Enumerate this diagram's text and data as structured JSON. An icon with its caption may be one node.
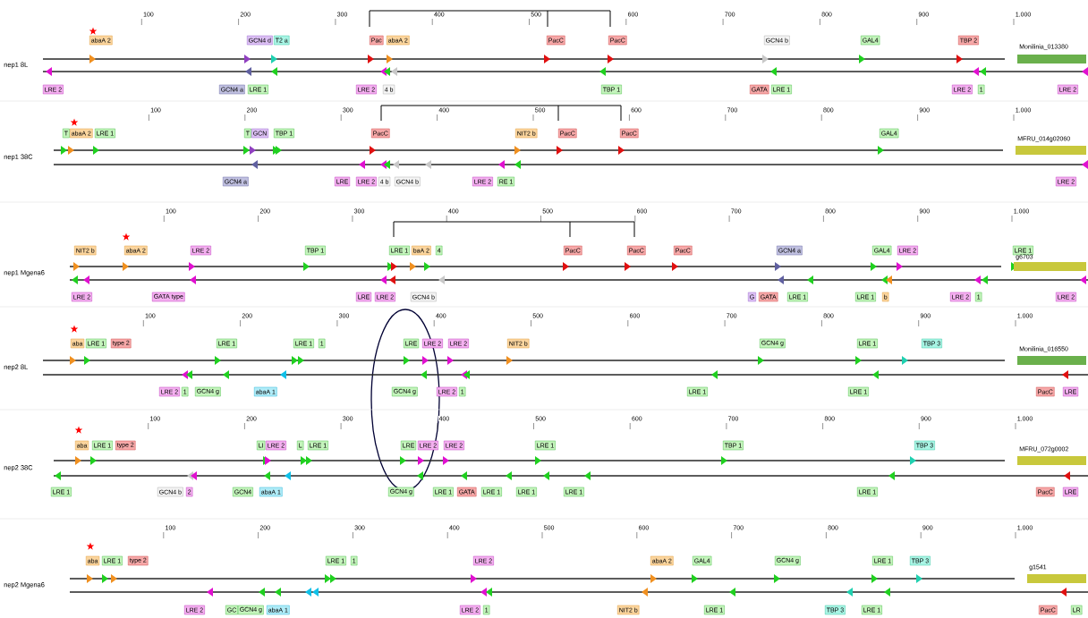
{
  "diagram": {
    "nodes": [
      {
        "text": [
          "abaA 2"
        ]
      },
      {
        "text": [
          "GCN4 d"
        ]
      },
      {
        "text": [
          "T2 a"
        ]
      },
      {
        "text": [
          "Pac"
        ]
      },
      {
        "text": [
          "abaA 2"
        ]
      },
      {
        "text": [
          "PacC"
        ]
      },
      {
        "text": [
          "PacC"
        ]
      },
      {
        "text": [
          "GCN4 b"
        ]
      },
      {
        "text": [
          "GAL4"
        ]
      },
      {
        "text": [
          "TBP 2"
        ]
      },
      {
        "text": [
          "Monilinia_013380"
        ]
      },
      {
        "text": [
          "LRE 2"
        ]
      },
      {
        "text": [
          "GCN4 a"
        ]
      },
      {
        "text": [
          "LRE 1"
        ]
      },
      {
        "text": [
          "LRE 2"
        ]
      },
      {
        "text": [
          "4 b"
        ]
      },
      {
        "text": [
          "TBP 1"
        ]
      },
      {
        "text": [
          "GATA"
        ]
      },
      {
        "text": [
          "LRE 1"
        ]
      },
      {
        "text": [
          "LRE 2"
        ]
      },
      {
        "text": [
          "1"
        ]
      },
      {
        "text": [
          "LRE 2"
        ]
      },
      {
        "text": [
          "T"
        ]
      },
      {
        "text": [
          "abaA 2"
        ]
      },
      {
        "text": [
          "LRE 1"
        ]
      },
      {
        "text": [
          "T"
        ]
      },
      {
        "text": [
          "GCN"
        ]
      },
      {
        "text": [
          "TBP 1"
        ]
      },
      {
        "text": [
          "PacC"
        ]
      },
      {
        "text": [
          "NIT2 b"
        ]
      },
      {
        "text": [
          "PacC"
        ]
      },
      {
        "text": [
          "PacC"
        ]
      },
      {
        "text": [
          "GAL4"
        ]
      },
      {
        "text": [
          "MFRU_014g02060"
        ]
      },
      {
        "text": [
          "GCN4 a"
        ]
      },
      {
        "text": [
          "LRE"
        ]
      },
      {
        "text": [
          "LRE 2"
        ]
      },
      {
        "text": [
          "4 b"
        ]
      },
      {
        "text": [
          "GCN4 b"
        ]
      },
      {
        "text": [
          "LRE 2"
        ]
      },
      {
        "text": [
          "RE 1"
        ]
      },
      {
        "text": [
          "LRE 2"
        ]
      },
      {
        "text": [
          "NIT2 b"
        ]
      },
      {
        "text": [
          "abaA 2"
        ]
      },
      {
        "text": [
          "LRE 2"
        ]
      },
      {
        "text": [
          "TBP 1"
        ]
      },
      {
        "text": [
          "LRE 1"
        ]
      },
      {
        "text": [
          "baA 2"
        ]
      },
      {
        "text": [
          "4"
        ]
      },
      {
        "text": [
          "PacC"
        ]
      },
      {
        "text": [
          "PacC"
        ]
      },
      {
        "text": [
          "PacC"
        ]
      },
      {
        "text": [
          "GCN4 a"
        ]
      },
      {
        "text": [
          "GAL4"
        ]
      },
      {
        "text": [
          "LRE 2"
        ]
      },
      {
        "text": [
          "LRE 1"
        ]
      },
      {
        "text": [
          "g6703"
        ]
      },
      {
        "text": [
          "LRE 2"
        ]
      },
      {
        "text": [
          "GATA type"
        ]
      },
      {
        "text": [
          "LRE"
        ]
      },
      {
        "text": [
          "LRE 2"
        ]
      },
      {
        "text": [
          "GCN4 b"
        ]
      },
      {
        "text": [
          "G"
        ]
      },
      {
        "text": [
          "GATA"
        ]
      },
      {
        "text": [
          "LRE 1"
        ]
      },
      {
        "text": [
          "LRE 1"
        ]
      },
      {
        "text": [
          "b"
        ]
      },
      {
        "text": [
          "LRE 2"
        ]
      },
      {
        "text": [
          "1"
        ]
      },
      {
        "text": [
          "LRE 2"
        ]
      },
      {
        "text": [
          "aba"
        ]
      },
      {
        "text": [
          "LRE 1"
        ]
      },
      {
        "text": [
          "type 2"
        ]
      },
      {
        "text": [
          "LRE 1"
        ]
      },
      {
        "text": [
          "LRE 1"
        ]
      },
      {
        "text": [
          "1"
        ]
      },
      {
        "text": [
          "LRE"
        ]
      },
      {
        "text": [
          "LRE 2"
        ]
      },
      {
        "text": [
          "LRE 2"
        ]
      },
      {
        "text": [
          "NIT2 b"
        ]
      },
      {
        "text": [
          "GCN4 g"
        ]
      },
      {
        "text": [
          "LRE 1"
        ]
      },
      {
        "text": [
          "TBP 3"
        ]
      },
      {
        "text": [
          "Monilinia_016550"
        ]
      },
      {
        "text": [
          "LRE 2"
        ]
      },
      {
        "text": [
          "1"
        ]
      },
      {
        "text": [
          "GCN4 g"
        ]
      },
      {
        "text": [
          "abaA 1"
        ]
      },
      {
        "text": [
          "GCN4 g"
        ]
      },
      {
        "text": [
          "LRE 2"
        ]
      },
      {
        "text": [
          "1"
        ]
      },
      {
        "text": [
          "LRE 1"
        ]
      },
      {
        "text": [
          "LRE 1"
        ]
      },
      {
        "text": [
          "PacC"
        ]
      },
      {
        "text": [
          "LRE"
        ]
      },
      {
        "text": [
          "aba"
        ]
      },
      {
        "text": [
          "LRE 1"
        ]
      },
      {
        "text": [
          "type 2"
        ]
      },
      {
        "text": [
          "LI"
        ]
      },
      {
        "text": [
          "LRE 2"
        ]
      },
      {
        "text": [
          "L"
        ]
      },
      {
        "text": [
          "LRE 1"
        ]
      },
      {
        "text": [
          "LRE"
        ]
      },
      {
        "text": [
          "LRE 2"
        ]
      },
      {
        "text": [
          "LRE 2"
        ]
      },
      {
        "text": [
          "LRE 1"
        ]
      },
      {
        "text": [
          "TBP 1"
        ]
      },
      {
        "text": [
          "TBP 3"
        ]
      },
      {
        "text": [
          "MFRU_072g0002"
        ]
      },
      {
        "text": [
          "LRE 1"
        ]
      },
      {
        "text": [
          "GCN4 b"
        ]
      },
      {
        "text": [
          "2"
        ]
      },
      {
        "text": [
          "GCN4"
        ]
      },
      {
        "text": [
          "abaA 1"
        ]
      },
      {
        "text": [
          "GCN4 g"
        ]
      },
      {
        "text": [
          "LRE 1"
        ]
      },
      {
        "text": [
          "GATA"
        ]
      },
      {
        "text": [
          "LRE 1"
        ]
      },
      {
        "text": [
          "LRE 1"
        ]
      },
      {
        "text": [
          "LRE 1"
        ]
      },
      {
        "text": [
          "LRE 1"
        ]
      },
      {
        "text": [
          "PacC"
        ]
      },
      {
        "text": [
          "LRE"
        ]
      },
      {
        "text": [
          "aba"
        ]
      },
      {
        "text": [
          "LRE 1"
        ]
      },
      {
        "text": [
          "type 2"
        ]
      },
      {
        "text": [
          "LRE 1"
        ]
      },
      {
        "text": [
          "1"
        ]
      },
      {
        "text": [
          "LRE 2"
        ]
      },
      {
        "text": [
          "abaA 2"
        ]
      },
      {
        "text": [
          "GAL4"
        ]
      },
      {
        "text": [
          "GCN4 g"
        ]
      },
      {
        "text": [
          "LRE 1"
        ]
      },
      {
        "text": [
          "TBP 3"
        ]
      },
      {
        "text": [
          "g1541"
        ]
      },
      {
        "text": [
          "LRE 2"
        ]
      },
      {
        "text": [
          "GC"
        ]
      },
      {
        "text": [
          "GCN4 g"
        ]
      },
      {
        "text": [
          "abaA 1"
        ]
      },
      {
        "text": [
          "LRE 2"
        ]
      },
      {
        "text": [
          "1"
        ]
      },
      {
        "text": [
          "NIT2 b"
        ]
      },
      {
        "text": [
          "LRE 1"
        ]
      },
      {
        "text": [
          "TBP 3"
        ]
      },
      {
        "text": [
          "LRE 1"
        ]
      },
      {
        "text": [
          "PacC"
        ]
      },
      {
        "text": [
          "LR"
        ]
      }
    ],
    "labels": [
      "100",
      "200",
      "300",
      "400",
      "500",
      "600",
      "700",
      "800",
      "900",
      "1.000",
      "nep1 8L",
      "100",
      "200",
      "300",
      "400",
      "500",
      "600",
      "700",
      "800",
      "900",
      "1.000",
      "nep1 38C",
      "100",
      "200",
      "300",
      "400",
      "500",
      "600",
      "700",
      "800",
      "900",
      "1.000",
      "nep1 Mgena6",
      "100",
      "200",
      "300",
      "400",
      "500",
      "600",
      "700",
      "800",
      "900",
      "1.000",
      "nep2 8L",
      "100",
      "200",
      "300",
      "400",
      "500",
      "600",
      "700",
      "800",
      "900",
      "1.000",
      "nep2 38C",
      "100",
      "200",
      "300",
      "400",
      "500",
      "600",
      "700",
      "800",
      "900",
      "1.000",
      "nep2 Mgena6"
    ]
  }
}
